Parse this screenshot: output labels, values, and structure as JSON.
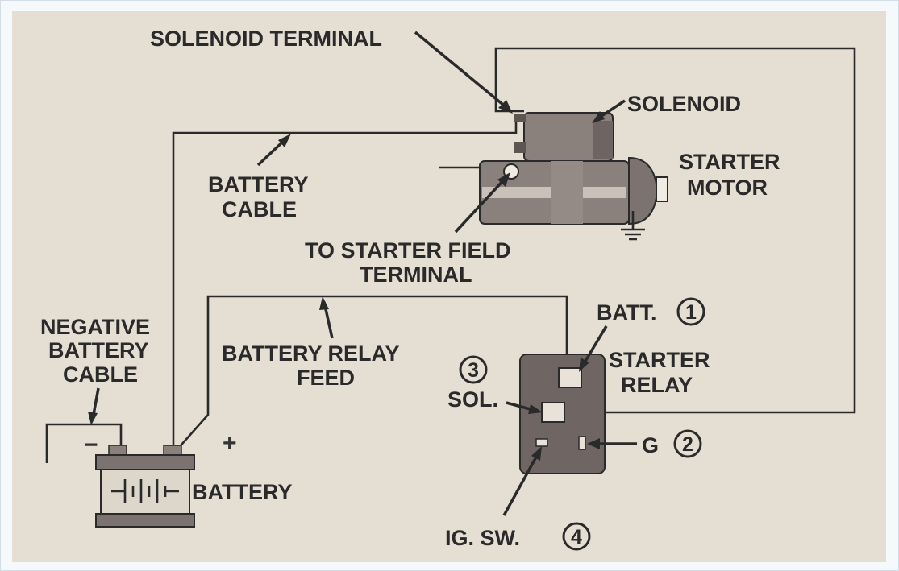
{
  "diagram": {
    "labels": {
      "solenoid_terminal": "SOLENOID TERMINAL",
      "solenoid": "SOLENOID",
      "starter": "STARTER",
      "motor": "MOTOR",
      "battery_cable_1": "BATTERY",
      "battery_cable_2": "CABLE",
      "to_starter_field_1": "TO STARTER FIELD",
      "to_starter_field_2": "TERMINAL",
      "negative_1": "NEGATIVE",
      "negative_2": "BATTERY",
      "negative_3": "CABLE",
      "relay_feed_1": "BATTERY RELAY",
      "relay_feed_2": "FEED",
      "batt": "BATT.",
      "batt_num": "1",
      "starter_relay_1": "STARTER",
      "starter_relay_2": "RELAY",
      "sol_num": "3",
      "sol": "SOL.",
      "g": "G",
      "g_num": "2",
      "ig_sw": "IG. SW.",
      "ig_sw_num": "4",
      "battery": "BATTERY",
      "minus": "−",
      "plus": "+"
    },
    "colors": {
      "paper": "#e5dfd3",
      "ink": "#2a2a2a",
      "component": "#8a817d",
      "component_dark": "#645b58"
    }
  }
}
